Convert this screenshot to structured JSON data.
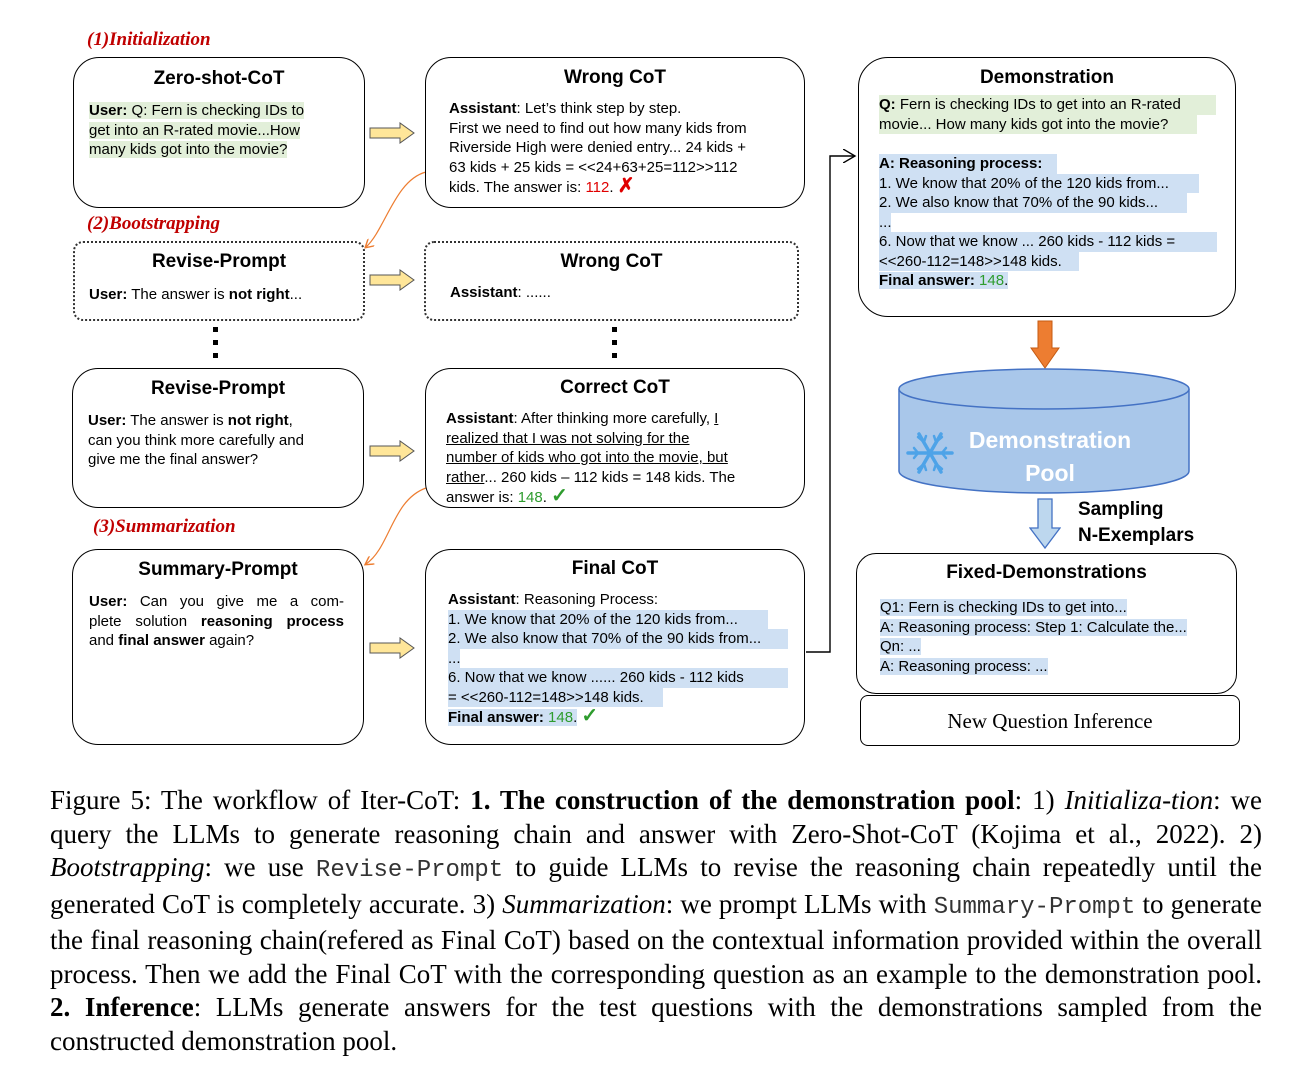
{
  "stages": {
    "initialization": "(1)Initialization",
    "bootstrapping": "(2)Bootstrapping",
    "summarization": "(3)Summarization"
  },
  "zero_shot": {
    "title": "Zero-shot-CoT",
    "user_label": "User:",
    "line1": " Q: Fern is checking IDs to",
    "line2": "get into an R-rated movie...How",
    "line3": "many kids got into the movie?"
  },
  "wrong_cot": {
    "title": "Wrong CoT",
    "assistant_label": "Assistant",
    "line1": ": Let’s think step by step.",
    "line2": "First we need to find out how many kids from",
    "line3": "Riverside High were denied entry... 24 kids +",
    "line4": "63 kids + 25 kids = <<24+63+25=112>>112",
    "line5": "kids. The answer is: ",
    "answer": "112",
    "mark": "✗"
  },
  "revise1": {
    "title": "Revise-Prompt",
    "user_label": "User:",
    "text_pre": " The answer is ",
    "text_bold": "not right",
    "text_post": "..."
  },
  "wrong_cot2": {
    "title": "Wrong CoT",
    "assistant_label": "Assistant",
    "text": ": ......"
  },
  "revise2": {
    "title": "Revise-Prompt",
    "user_label": "User:",
    "l1_pre": " The answer is ",
    "l1_bold": "not right",
    "l1_post": ",",
    "line2": "can you think more carefully and",
    "line3": "give me the final answer?"
  },
  "correct_cot": {
    "title": "Correct CoT",
    "assistant_label": "Assistant",
    "l1_pre": ": After thinking more carefully, ",
    "l1_u": "I",
    "line2": "realized that I was not solving for the",
    "line3": "number of kids who got into the movie, but",
    "l4_u": "rather",
    "l4_post": "... 260 kids – 112 kids = 148 kids.  The",
    "line5": "answer is: ",
    "answer": "148",
    "mark": "✓"
  },
  "summary_prompt": {
    "title": "Summary-Prompt",
    "user_label": "User:",
    "line1": " Can you give me a com-",
    "l2_pre": "plete solution ",
    "l2_bold": "reasoning process",
    "l3_pre": "and ",
    "l3_bold": "final answer",
    "l3_post": " again?"
  },
  "final_cot": {
    "title": "Final CoT",
    "assistant_label": "Assistant",
    "head": ": Reasoning Process:",
    "line1": "1. We know that 20% of the 120 kids from...",
    "line2": "2. We also know that 70% of the 90 kids from...",
    "line3": "...",
    "line4": "6. Now that we know ...... 260 kids - 112 kids",
    "line5": "= <<260-112=148>>148 kids.",
    "final_label": "Final answer:",
    "answer": "148",
    "mark": "✓"
  },
  "demonstration": {
    "title": "Demonstration",
    "q_label": "Q:",
    "q_line1": " Fern is checking IDs to get into an R-rated",
    "q_line2": "movie... How many kids got into the movie?",
    "a_label": "A: Reasoning process:",
    "line1": "1. We know that 20% of the 120 kids from...",
    "line2": "2. We also know that 70% of the 90 kids...",
    "line3": "...",
    "line4": "6. Now that we know ... 260 kids - 112 kids =",
    "line5": "<<260-112=148>>148  kids.",
    "final_label": "Final answer:",
    "answer": "148"
  },
  "pool": {
    "line1": "Demonstration",
    "line2": "Pool",
    "icon": "snowflake-icon"
  },
  "sampling": {
    "line1": "Sampling",
    "line2": "N-Exemplars"
  },
  "fixed_demos": {
    "title": "Fixed-Demonstrations",
    "line1": "Q1: Fern is checking IDs to get into...",
    "line2": "A: Reasoning process:  Step 1: Calculate the...",
    "line3": "Qn: ...",
    "line4": "A: Reasoning process:  ..."
  },
  "new_question": "New Question Inference",
  "caption": {
    "p1": "Figure 5: The workflow of Iter-CoT: ",
    "p1_bold": "1. The construction of the demonstration pool",
    "p2": ": 1) ",
    "p2_it": "Initializa-tion",
    "p3": ": we query the LLMs to generate reasoning chain and answer with Zero-Shot-CoT (Kojima et al., 2022). 2) ",
    "p3_it": "Bootstrapping",
    "p4": ": we use ",
    "p4_mono": "Revise-Prompt",
    "p5": " to guide LLMs to revise the reasoning chain repeatedly until the generated CoT is completely accurate. 3) ",
    "p5_it": "Summarization",
    "p6": ": we prompt LLMs with ",
    "p6_mono": "Summary-Prompt",
    "p7": " to generate the final reasoning chain(refered as Final CoT) based on the contextual information provided within the overall process. Then we add the Final CoT with the corresponding question as an example to the demonstration pool. ",
    "p7_bold": "2. Inference",
    "p8": ": LLMs generate answers for the test questions with the demonstrations sampled from the constructed demonstration pool."
  },
  "colors": {
    "stage_red": "#c00000",
    "highlight_green": "#e2efd9",
    "highlight_blue": "#cfe0f3",
    "arrow_yellow": "#ffe699",
    "arrow_orange": "#ed7d31",
    "pool_blue": "#a9c7ea",
    "answer_green": "#2e9c2e",
    "wrong_red": "#e00000"
  }
}
